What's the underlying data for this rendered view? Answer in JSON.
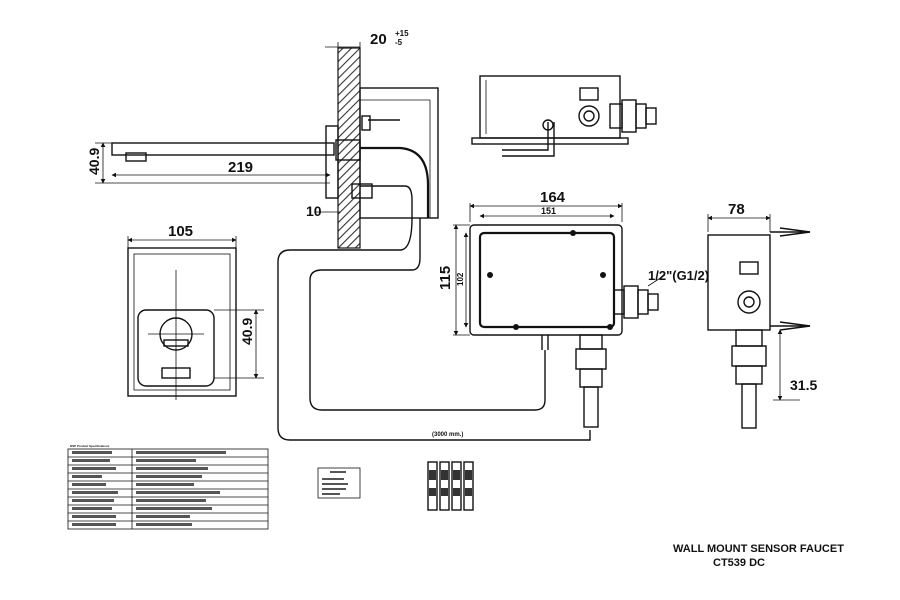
{
  "dimensions": {
    "wall_thickness": "20",
    "wall_tol_plus": "+15",
    "wall_tol_minus": "-5",
    "spout_height": "40.9",
    "spout_length": "219",
    "wall_offset": "10",
    "box_width": "164",
    "box_inner_width": "151",
    "box_height": "115",
    "box_inner_height": "102",
    "thread_size": "1/2\"(G1/2)",
    "cable_length": "(3000 mm.)",
    "plate_width": "105",
    "sensor_height": "40.9",
    "side_depth": "78",
    "side_offset": "31.5"
  },
  "title": {
    "line1": "WALL MOUNT SENSOR FAUCET",
    "line2": "CT539 DC"
  },
  "spec_table": {
    "heading": "DSP Product Specifications",
    "rows": 10
  },
  "colors": {
    "ink": "#111111",
    "hatch": "#333333",
    "background": "#ffffff"
  }
}
